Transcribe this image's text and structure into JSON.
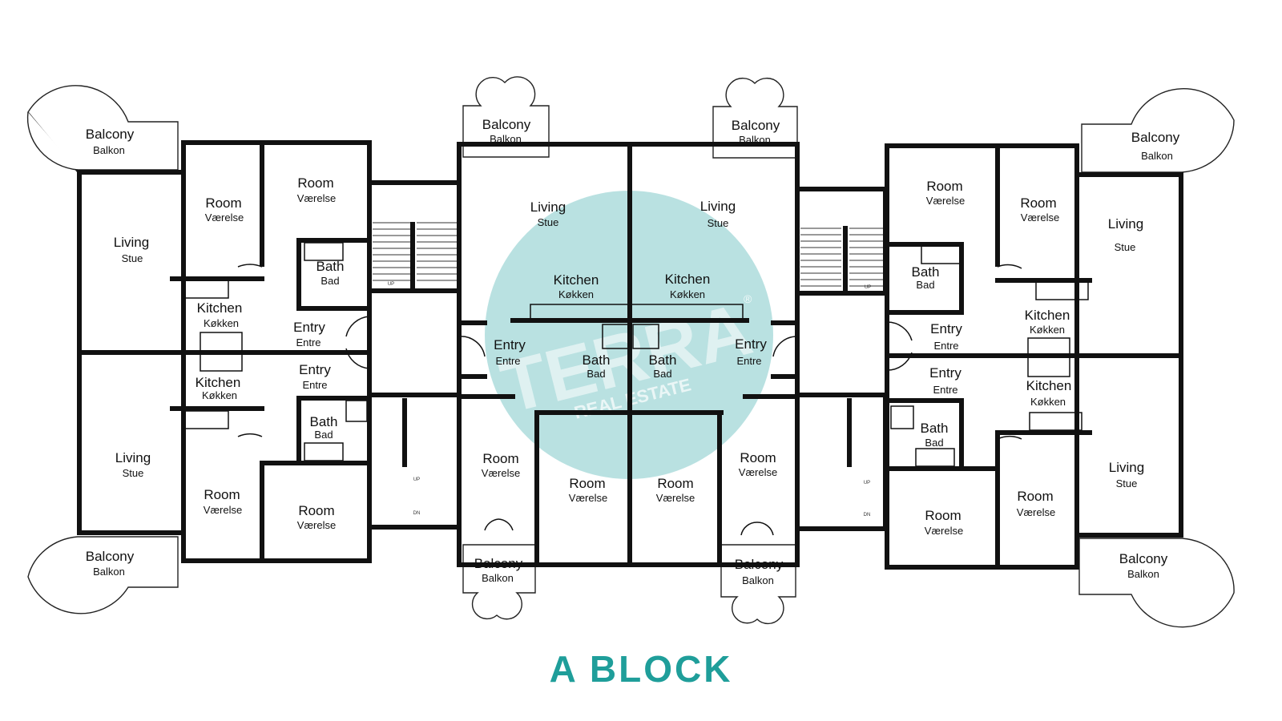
{
  "title": "A BLOCK",
  "colors": {
    "accent": "#1f9e9a",
    "watermark": "#7fc8c8"
  },
  "watermark": {
    "brand": "TERRA",
    "sub": "REAL ESTATE",
    "mark": "®"
  },
  "rooms": {
    "balcony_tl": {
      "en": "Balcony",
      "da": "Balkon"
    },
    "balcony_bl": {
      "en": "Balcony",
      "da": "Balkon"
    },
    "balcony_tml": {
      "en": "Balcony",
      "da": "Balkon"
    },
    "balcony_tmr": {
      "en": "Balcony",
      "da": "Balkon"
    },
    "balcony_bml": {
      "en": "Balcony",
      "da": "Balkon"
    },
    "balcony_bmr": {
      "en": "Balcony",
      "da": "Balkon"
    },
    "balcony_tr": {
      "en": "Balcony",
      "da": "Balkon"
    },
    "balcony_br": {
      "en": "Balcony",
      "da": "Balkon"
    },
    "l_room1": {
      "en": "Room",
      "da": "Værelse"
    },
    "l_room2": {
      "en": "Room",
      "da": "Værelse"
    },
    "l_living_top": {
      "en": "Living",
      "da": "Stue"
    },
    "l_bath_top": {
      "en": "Bath",
      "da": "Bad"
    },
    "l_kitchen_top": {
      "en": "Kitchen",
      "da": "Køkken"
    },
    "l_entry_top": {
      "en": "Entry",
      "da": "Entre"
    },
    "l_entry_bot": {
      "en": "Entry",
      "da": "Entre"
    },
    "l_kitchen_bot": {
      "en": "Kitchen",
      "da": "Køkken"
    },
    "l_bath_bot": {
      "en": "Bath",
      "da": "Bad"
    },
    "l_living_bot": {
      "en": "Living",
      "da": "Stue"
    },
    "l_room3": {
      "en": "Room",
      "da": "Værelse"
    },
    "l_room4": {
      "en": "Room",
      "da": "Værelse"
    },
    "m_living_l": {
      "en": "Living",
      "da": "Stue"
    },
    "m_living_r": {
      "en": "Living",
      "da": "Stue"
    },
    "m_kitchen_l": {
      "en": "Kitchen",
      "da": "Køkken"
    },
    "m_kitchen_r": {
      "en": "Kitchen",
      "da": "Køkken"
    },
    "m_entry_l": {
      "en": "Entry",
      "da": "Entre"
    },
    "m_entry_r": {
      "en": "Entry",
      "da": "Entre"
    },
    "m_bath_l": {
      "en": "Bath",
      "da": "Bad"
    },
    "m_bath_r": {
      "en": "Bath",
      "da": "Bad"
    },
    "m_room_ol": {
      "en": "Room",
      "da": "Værelse"
    },
    "m_room_il": {
      "en": "Room",
      "da": "Værelse"
    },
    "m_room_ir": {
      "en": "Room",
      "da": "Værelse"
    },
    "m_room_or": {
      "en": "Room",
      "da": "Værelse"
    },
    "r_room1": {
      "en": "Room",
      "da": "Værelse"
    },
    "r_room2": {
      "en": "Room",
      "da": "Værelse"
    },
    "r_living_top": {
      "en": "Living",
      "da": "Stue"
    },
    "r_bath_top": {
      "en": "Bath",
      "da": "Bad"
    },
    "r_kitchen_top": {
      "en": "Kitchen",
      "da": "Køkken"
    },
    "r_entry_top": {
      "en": "Entry",
      "da": "Entre"
    },
    "r_entry_bot": {
      "en": "Entry",
      "da": "Entre"
    },
    "r_kitchen_bot": {
      "en": "Kitchen",
      "da": "Køkken"
    },
    "r_bath_bot": {
      "en": "Bath",
      "da": "Bad"
    },
    "r_living_bot": {
      "en": "Living",
      "da": "Stue"
    },
    "r_room3": {
      "en": "Room",
      "da": "Værelse"
    },
    "r_room4": {
      "en": "Room",
      "da": "Værelse"
    }
  },
  "stair_labels": {
    "up": "UP",
    "dn": "DN"
  }
}
